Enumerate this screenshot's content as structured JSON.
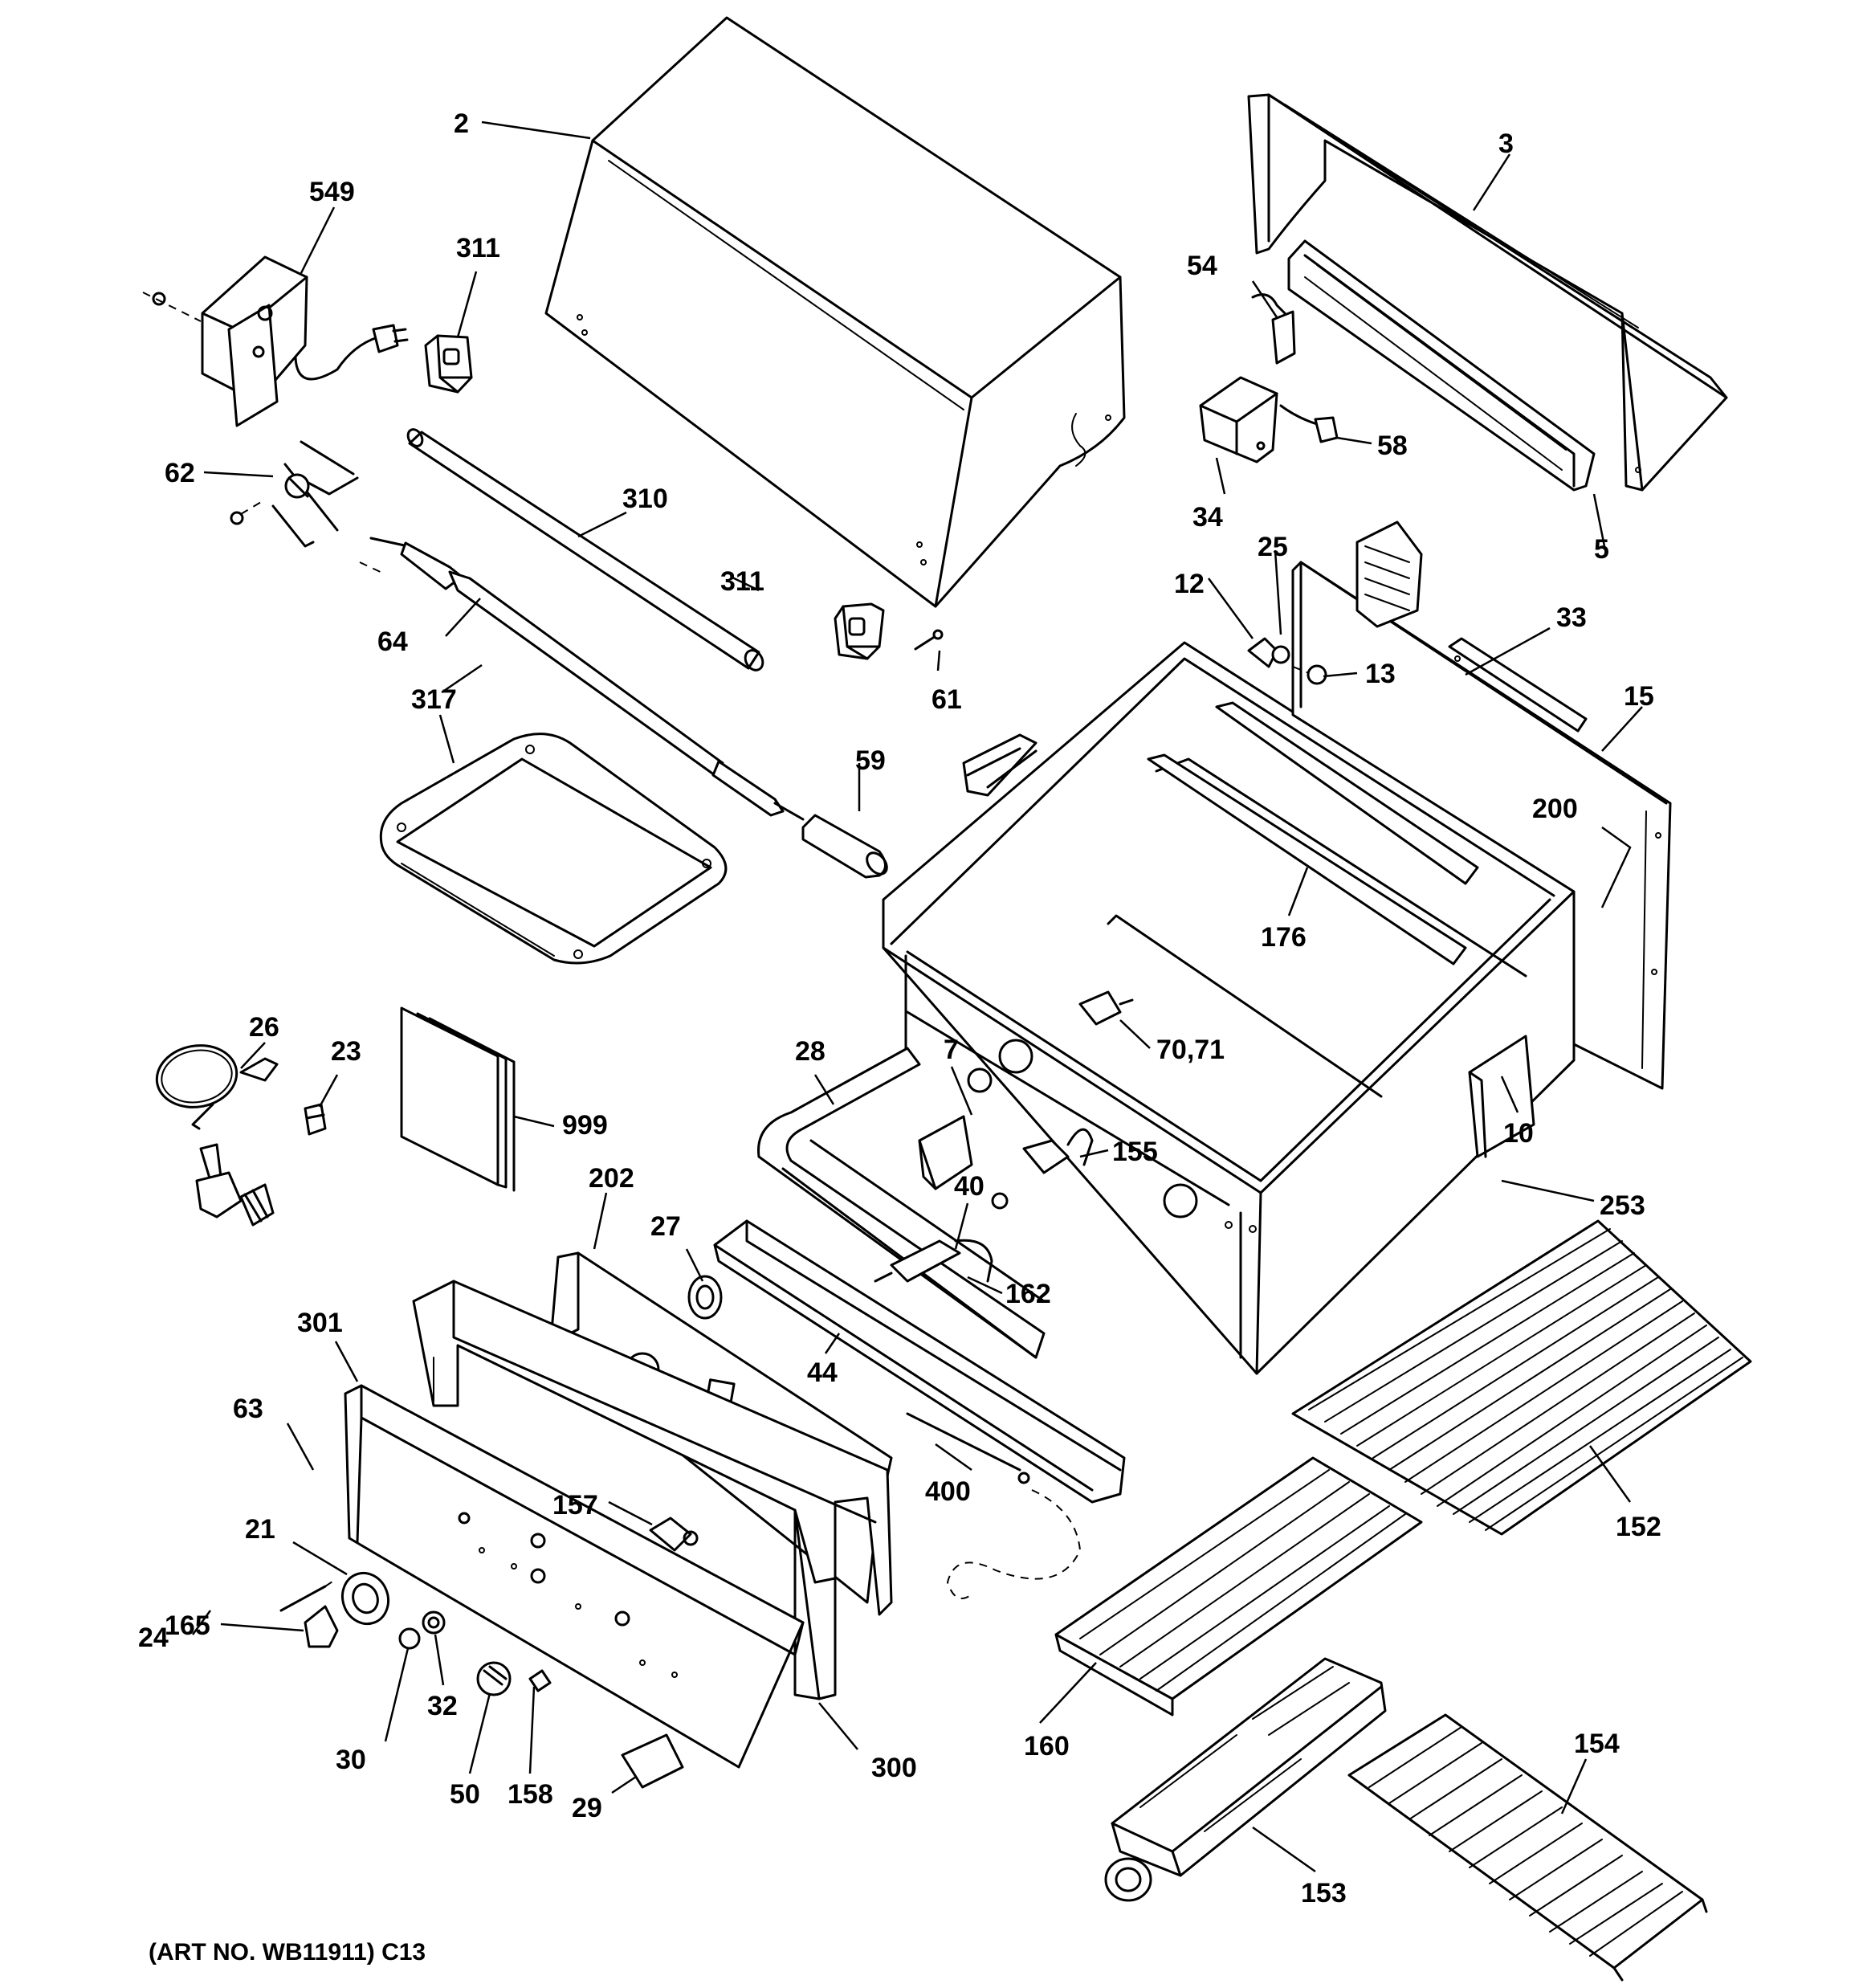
{
  "callouts": {
    "c2": "2",
    "c3": "3",
    "c5": "5",
    "c7": "7",
    "c10": "10",
    "c12": "12",
    "c13": "13",
    "c15": "15",
    "c21": "21",
    "c23": "23",
    "c24": "24",
    "c25": "25",
    "c26": "26",
    "c27": "27",
    "c28": "28",
    "c29": "29",
    "c30": "30",
    "c32": "32",
    "c33": "33",
    "c34": "34",
    "c40": "40",
    "c44": "44",
    "c50": "50",
    "c54": "54",
    "c58": "58",
    "c59": "59",
    "c61": "61",
    "c62": "62",
    "c63": "63",
    "c64": "64",
    "c70_71": "70,71",
    "c152": "152",
    "c153": "153",
    "c154": "154",
    "c155": "155",
    "c157": "157",
    "c158": "158",
    "c160": "160",
    "c162": "162",
    "c165": "165",
    "c176": "176",
    "c200": "200",
    "c202": "202",
    "c253": "253",
    "c300": "300",
    "c301": "301",
    "c310": "310",
    "c311a": "311",
    "c311b": "311",
    "c317": "317",
    "c400": "400",
    "c549": "549",
    "c999": "999"
  },
  "art_number": "(ART NO. WB11911) C13"
}
